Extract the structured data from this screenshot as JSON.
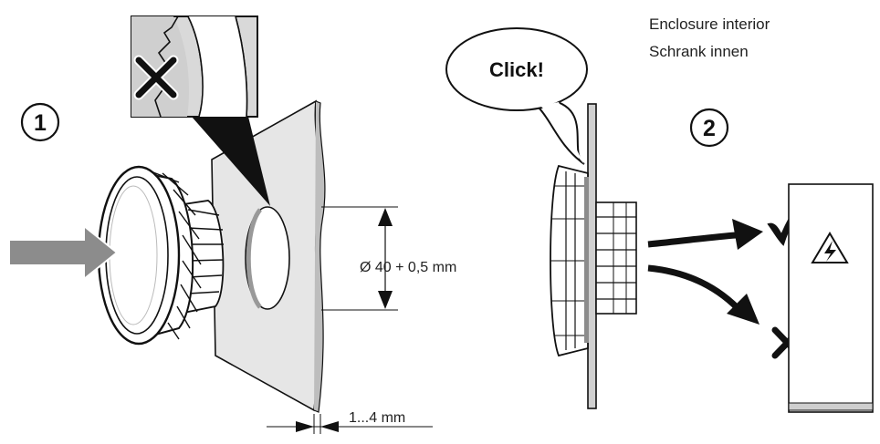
{
  "step_1": {
    "number": "1"
  },
  "step_2": {
    "number": "2"
  },
  "callout": {
    "text": "Click!"
  },
  "enclosure": {
    "line_en": "Enclosure interior",
    "line_de": "Schrank innen"
  },
  "dimensions": {
    "hole_diameter": "Ø 40 + 0,5 mm",
    "panel_thickness": "1...4 mm"
  },
  "icons": {
    "wrong": "cross-icon",
    "correct": "checkmark-icon",
    "hazard": "high-voltage-warning-icon",
    "push": "push-arrow-icon"
  },
  "colors": {
    "line": "#111111",
    "panel_fill": "#e6e6e6",
    "arrow_gray": "#8c8c8c",
    "detail_bg": "#d9d9d9"
  }
}
